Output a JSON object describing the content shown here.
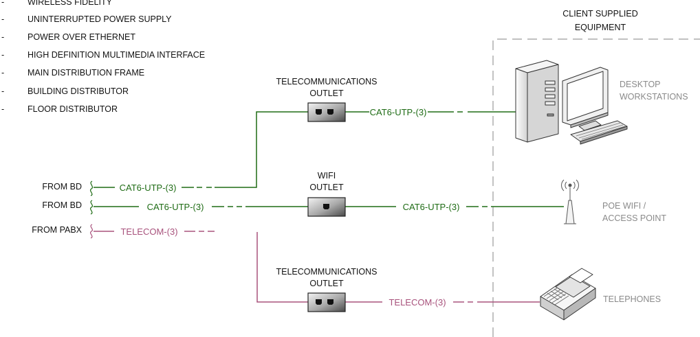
{
  "legend": [
    "WIRELESS FIDELITY",
    "UNINTERRUPTED POWER SUPPLY",
    "POWER OVER ETHERNET",
    "HIGH DEFINITION MULTIMEDIA INTERFACE",
    "MAIN DISTRIBUTION FRAME",
    "BUILDING DISTRIBUTOR",
    "FLOOR DISTRIBUTOR"
  ],
  "legend_dash": "-",
  "client": {
    "line1": "CLIENT SUPPLIED",
    "line2": "EQUIPMENT"
  },
  "sources": {
    "bd1": "FROM BD",
    "bd2": "FROM BD",
    "pabx": "FROM PABX"
  },
  "outlets": {
    "telecom_top": {
      "line1": "TELECOMMUNICATIONS",
      "line2": "OUTLET"
    },
    "wifi": {
      "line1": "WIFI",
      "line2": "OUTLET"
    },
    "telecom_bottom": {
      "line1": "TELECOMMUNICATIONS",
      "line2": "OUTLET"
    }
  },
  "cables": {
    "desk_in": "CAT6-UTP-(3)",
    "desk_out": "CAT6-UTP-(3)",
    "wifi_in": "CAT6-UTP-(3)",
    "wifi_out": "CAT6-UTP-(3)",
    "phone_in": "TELECOM-(3)",
    "phone_out": "TELECOM-(3)"
  },
  "devices": {
    "desktop": {
      "line1": "DESKTOP",
      "line2": "WORKSTATIONS"
    },
    "wifi_ap": {
      "line1": "POE WIFI /",
      "line2": "ACCESS POINT"
    },
    "phone": {
      "line1": "TELEPHONES"
    }
  },
  "colors": {
    "cat6": "#1e6b14",
    "telecom": "#a8527c",
    "boundary": "#9a9a9a",
    "device_text": "#8a8a8a"
  },
  "icons": [
    "desktop-workstation-icon",
    "wifi-access-point-icon",
    "telephone-icon",
    "data-socket-icon"
  ]
}
